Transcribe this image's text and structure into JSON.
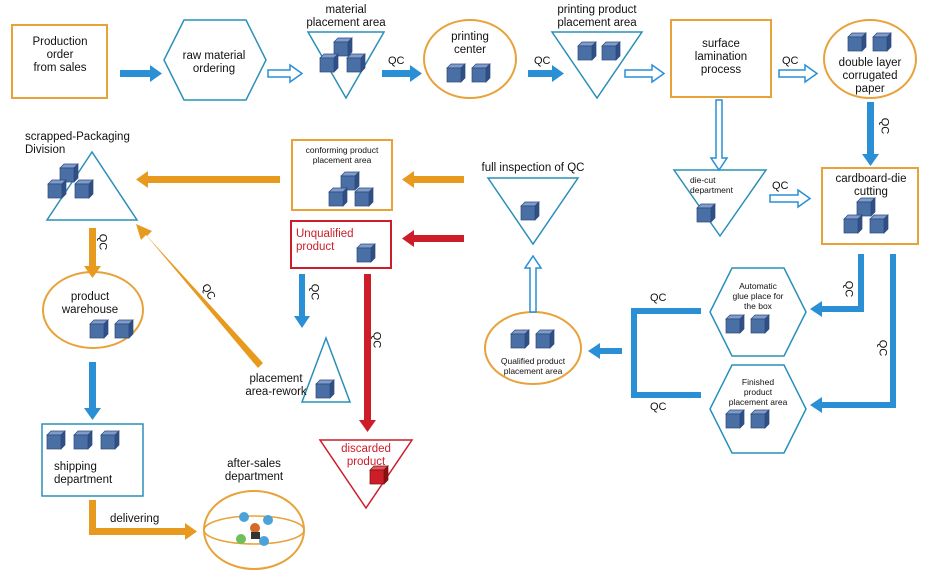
{
  "nodes": {
    "production_order": "Production\norder\nfrom sales",
    "raw_material": "raw material\nordering",
    "material_placement": "material\nplacement area",
    "printing_center": "printing\ncenter",
    "printing_product_placement": "printing product\nplacement area",
    "surface_lamination": "surface\nlamination\nprocess",
    "double_layer": "double layer\ncorrugated\npaper",
    "scrapped_packaging": "scrapped-Packaging\nDivision",
    "conforming_product": "conforming product\nplacement area",
    "full_inspection": "full inspection of QC",
    "die_cut_department": "die-cut\ndepartment",
    "cardboard_die_cutting": "cardboard-die\ncutting",
    "unqualified_product": "Unqualified\nproduct",
    "product_warehouse": "product\nwarehouse",
    "automatic_glue": "Automatic\nglue place for\nthe box",
    "qualified_product": "Qualified product\nplacement area",
    "placement_rework": "placement\narea-rework",
    "finished_product": "Finished\nproduct\nplacement area",
    "discarded_product": "discarded\nproduct",
    "shipping_department": "shipping\ndepartment",
    "after_sales": "after-sales\ndepartment"
  },
  "edge_labels": {
    "qc": "QC",
    "delivering": "delivering"
  },
  "colors": {
    "blue": "#2a8fd4",
    "orange": "#e89a1f",
    "red": "#cc1d29",
    "box_border": "#e8a23a",
    "hex_border": "#2a8fb8",
    "cube_fill": "#4a6fa5",
    "cube_edge": "#2c4a7a"
  },
  "icons": {
    "cube": "cube-stack-icon",
    "after_sales": "after-sales-people-icon"
  }
}
